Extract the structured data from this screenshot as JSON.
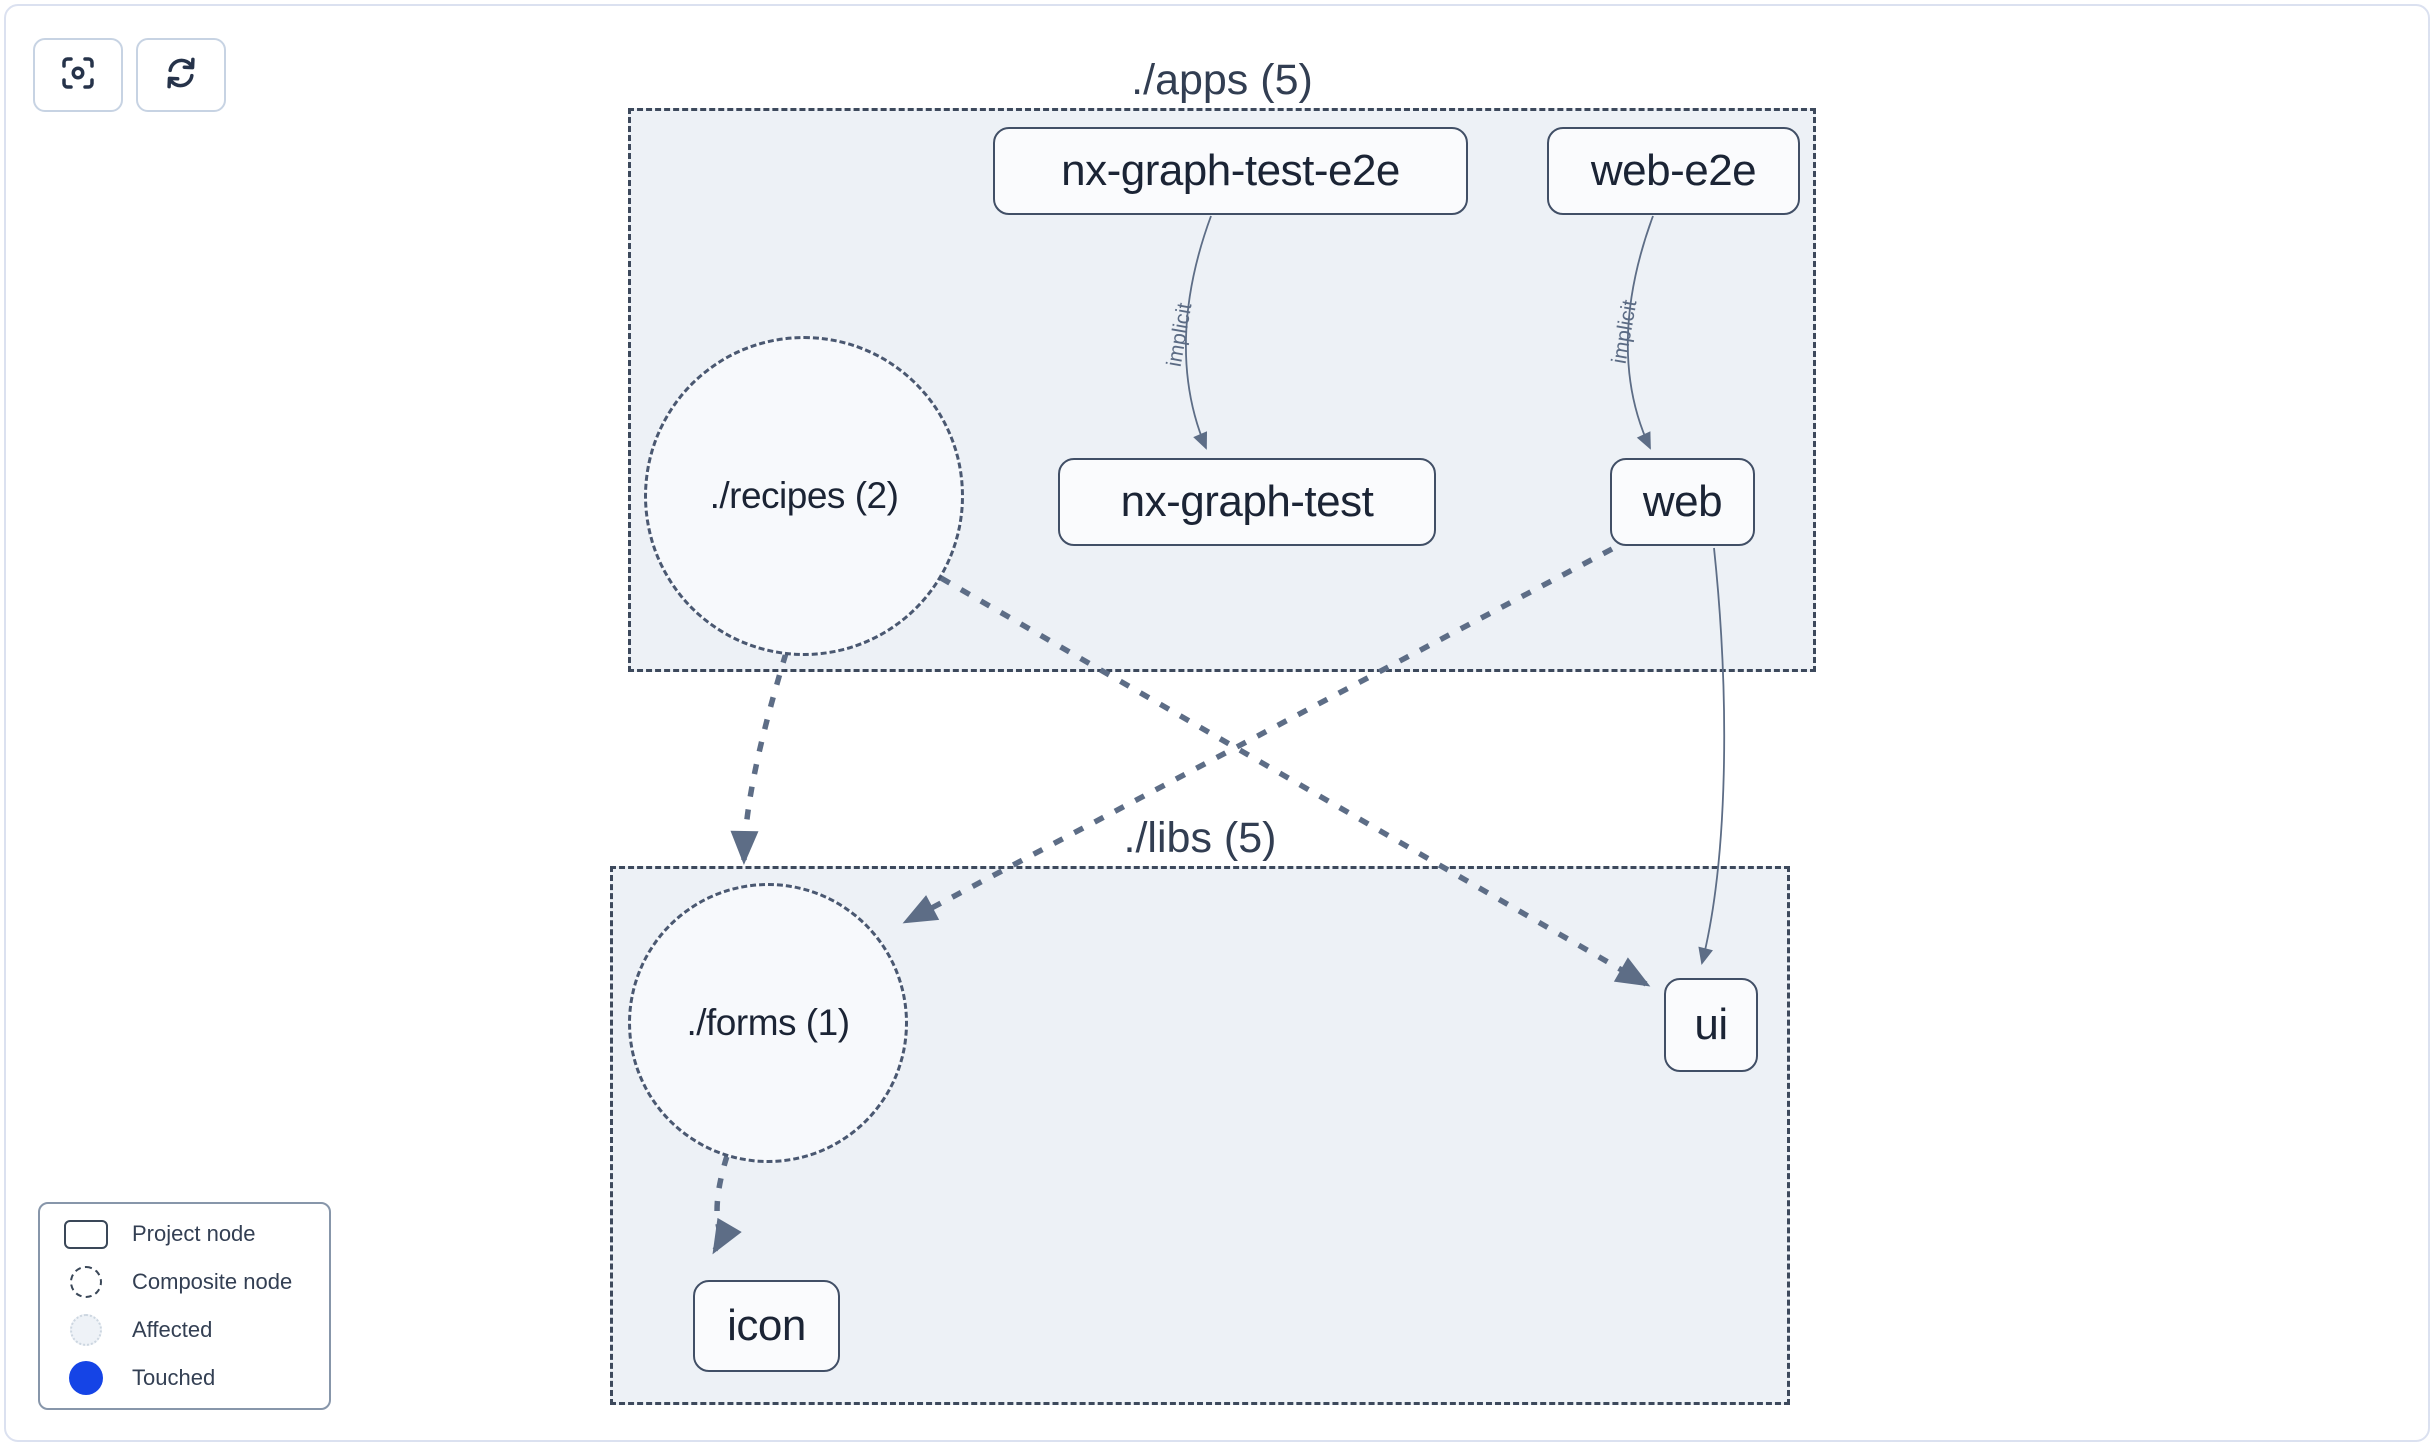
{
  "toolbar": {
    "buttons": [
      {
        "icon": "focus-icon"
      },
      {
        "icon": "refresh-icon"
      }
    ]
  },
  "groups": [
    {
      "id": "apps",
      "label": "./apps (5)"
    },
    {
      "id": "libs",
      "label": "./libs (5)"
    }
  ],
  "nodes": {
    "composite": [
      {
        "id": "recipes",
        "label": "./recipes (2)"
      },
      {
        "id": "forms",
        "label": "./forms (1)"
      }
    ],
    "project": [
      {
        "id": "nx-graph-test-e2e",
        "label": "nx-graph-test-e2e"
      },
      {
        "id": "web-e2e",
        "label": "web-e2e"
      },
      {
        "id": "nx-graph-test",
        "label": "nx-graph-test"
      },
      {
        "id": "web",
        "label": "web"
      },
      {
        "id": "ui",
        "label": "ui"
      },
      {
        "id": "icon",
        "label": "icon"
      }
    ]
  },
  "edges": [
    {
      "from": "nx-graph-test-e2e",
      "to": "nx-graph-test",
      "type": "implicit",
      "label": "implicit"
    },
    {
      "from": "web-e2e",
      "to": "web",
      "type": "implicit",
      "label": "implicit"
    },
    {
      "from": "web",
      "to": "ui",
      "type": "direct",
      "label": ""
    },
    {
      "from": "./recipes (2)",
      "to": "./forms (1)",
      "type": "composite",
      "label": ""
    },
    {
      "from": "./recipes (2)",
      "to": "ui",
      "type": "composite",
      "label": ""
    },
    {
      "from": "web",
      "to": "./forms (1)",
      "type": "composite",
      "label": ""
    },
    {
      "from": "./forms (1)",
      "to": "icon",
      "type": "composite",
      "label": ""
    }
  ],
  "legend": {
    "items": [
      {
        "label": "Project node",
        "swatch": "project-outline"
      },
      {
        "label": "Composite node",
        "swatch": "dashed-circle"
      },
      {
        "label": "Affected",
        "swatch": "light-dotted-circle"
      },
      {
        "label": "Touched",
        "swatch": "blue-circle"
      }
    ]
  },
  "colors": {
    "touched_blue": "#1544e6",
    "affected_fill": "#eef2f7",
    "edge": "#5d6d86",
    "container_fill": "#edf1f6",
    "container_border": "#3d495c",
    "node_border": "#414f66",
    "node_fill": "#fafbfd",
    "text_dark": "#1b2435",
    "page_border": "#dbe1f0",
    "button_border": "#c7d3e3"
  }
}
